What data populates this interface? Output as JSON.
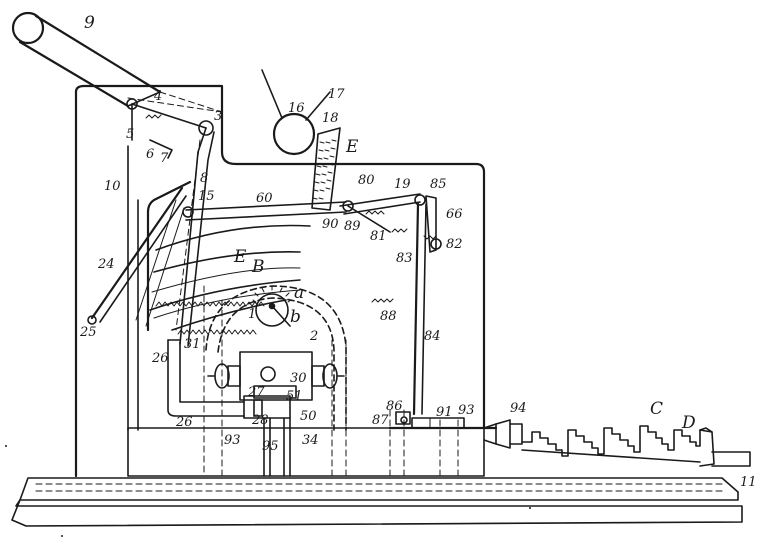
{
  "figure": {
    "labels": {
      "l9": "9",
      "l4": "4",
      "l3": "3",
      "l5": "5",
      "l6": "6",
      "l7": "7",
      "l10": "10",
      "l8": "8",
      "l15": "15",
      "l16": "16",
      "l17": "17",
      "l18": "18",
      "lE1": "E",
      "lE2": "E",
      "l60": "60",
      "l80": "80",
      "l19": "19",
      "l85": "85",
      "l66": "66",
      "l82": "82",
      "l83": "83",
      "l90": "90",
      "l89": "89",
      "l81": "81",
      "l24a": "24",
      "l25": "25",
      "lB": "B",
      "la": "a",
      "lb": "b",
      "l1": "1",
      "l2": "2",
      "l88": "88",
      "l84": "84",
      "l26": "26",
      "l31": "31",
      "l30": "30",
      "l27": "27",
      "l51": "51",
      "l28": "28",
      "l50": "50",
      "l93a": "93",
      "l95": "95",
      "l34": "34",
      "l86": "86",
      "l87": "87",
      "l91": "91",
      "l93b": "93",
      "l94": "94",
      "lC": "C",
      "lD": "D",
      "l11": "11",
      "l26b": "26"
    }
  }
}
